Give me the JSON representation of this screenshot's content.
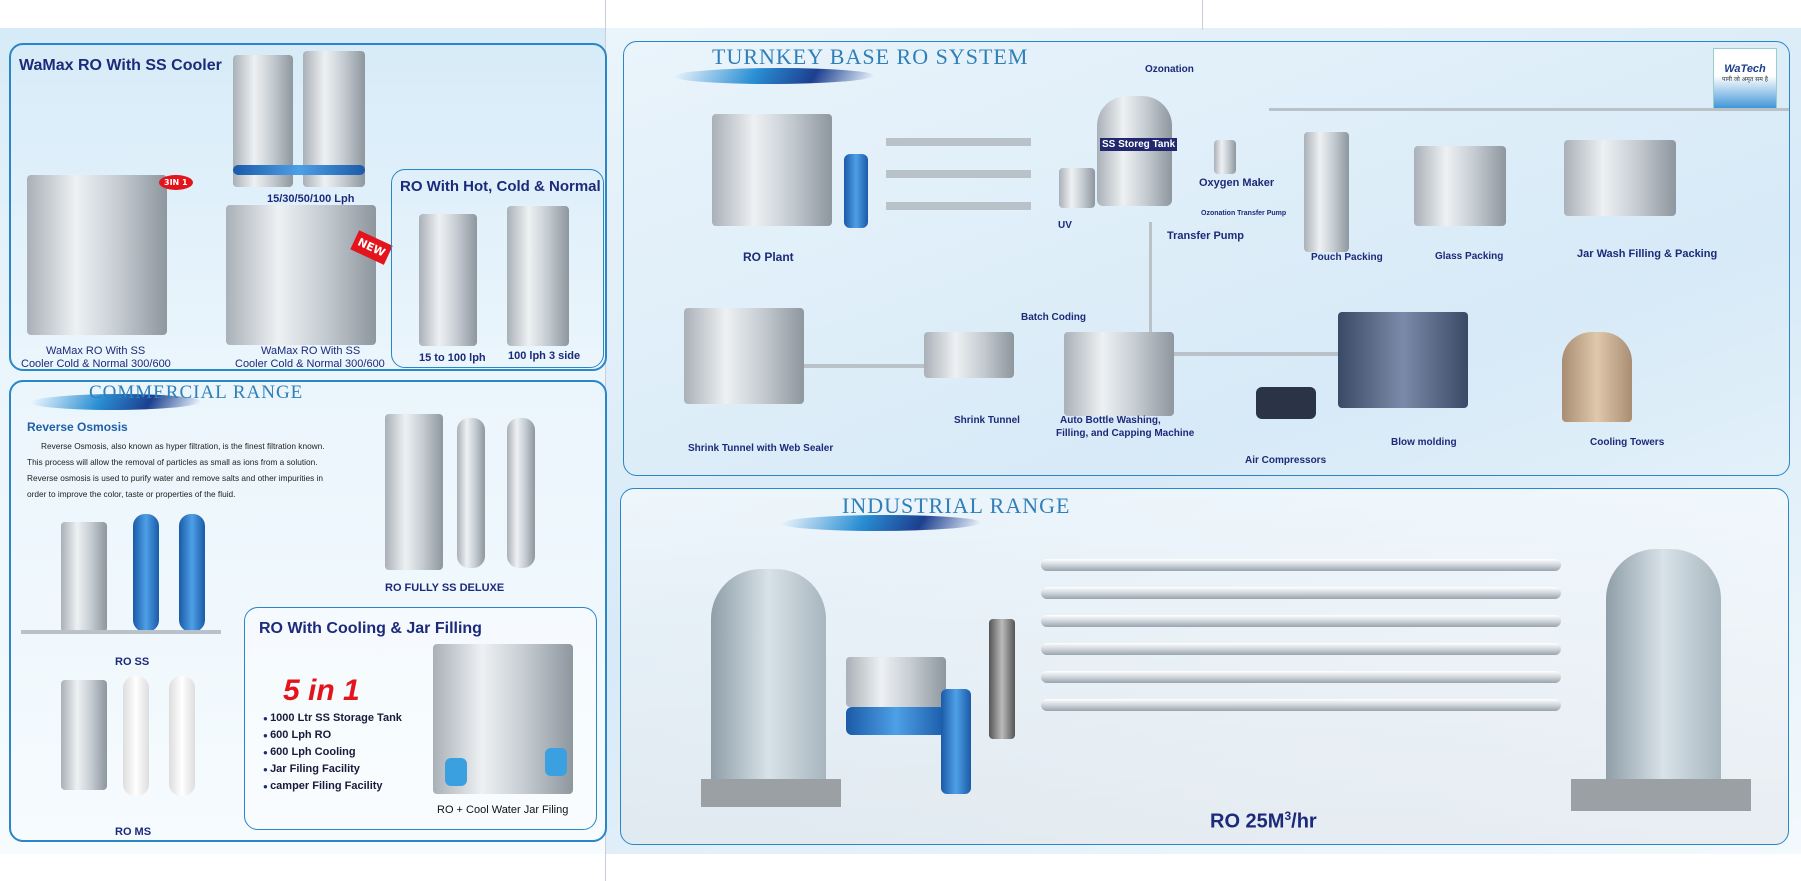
{
  "cooler": {
    "title": "WaMax RO With SS Cooler",
    "capacity_label": "15/30/50/100 Lph",
    "model1_line1": "WaMax RO With SS",
    "model1_line2": "Cooler Cold & Normal 300/600",
    "model2_line1": "WaMax RO With SS",
    "model2_line2": "Cooler Cold & Normal 300/600",
    "badge_new": "NEW",
    "badge_3in1": "3IN 1"
  },
  "hot_cold": {
    "title": "RO With Hot, Cold & Normal",
    "model1": "15 to 100 lph",
    "model2": "100 lph 3 side"
  },
  "commercial": {
    "title": "COMMERCIAL RANGE",
    "subtitle": "Reverse Osmosis",
    "paragraph": [
      "Reverse Osmosis, also known as hyper filtration, is the finest filtration known.",
      "This process will allow  the removal of particles as small as ions from a solution.",
      "Reverse osmosis is used to purify water and remove salts and other impurities in",
      "order to improve the color, taste or properties of the fluid."
    ],
    "ro_deluxe": "RO FULLY SS DELUXE",
    "ro_ss": "RO SS",
    "ro_ms": "RO MS"
  },
  "jar": {
    "title": "RO With  Cooling & Jar Filling",
    "headline": "5 in 1",
    "features": [
      "1000 Ltr SS Storage Tank",
      "600 Lph RO",
      "600 Lph Cooling",
      "Jar Filing Facility",
      "camper Filing Facility"
    ],
    "caption": "RO + Cool Water Jar Filing"
  },
  "turnkey": {
    "title": "TURNKEY BASE RO SYSTEM",
    "labels": {
      "ozonation": "Ozonation",
      "tank": "SS Storeg Tank",
      "oxygen": "Oxygen Maker",
      "oz_pump": "Ozonation Transfer Pump",
      "uv": "UV",
      "transfer_pump": "Transfer Pump",
      "ro_plant": "RO Plant",
      "pouch": "Pouch Packing",
      "glass": "Glass Packing",
      "jar_wash": "Jar Wash Filling & Packing",
      "batch": "Batch Coding",
      "shrink": "Shrink Tunnel",
      "auto1": "Auto Bottle Washing,",
      "auto2": "Filling, and Capping Machine",
      "shrink_web": "Shrink Tunnel with Web Sealer",
      "air": "Air Compressors",
      "blow": "Blow molding",
      "cooling": "Cooling Towers"
    }
  },
  "brand": {
    "name": "WaTech",
    "tagline": "पानी जो अमृत सम है"
  },
  "industrial": {
    "title": "INDUSTRIAL RANGE",
    "capacity": "RO 25M",
    "sup": "3",
    "unit": "/hr"
  },
  "colors": {
    "accent": "#2a86c6",
    "text": "#1c2a7a",
    "red": "#e3141b"
  }
}
